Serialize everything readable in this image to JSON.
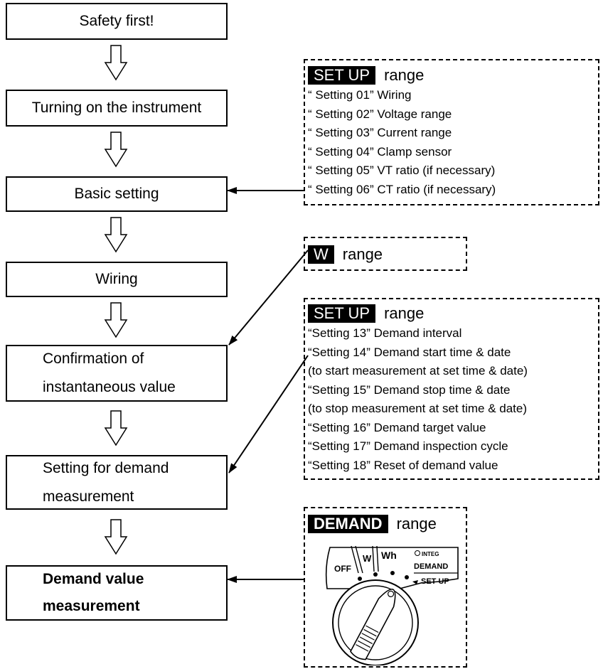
{
  "steps": [
    {
      "label": "Safety first!"
    },
    {
      "label": "Turning on the instrument"
    },
    {
      "label": "Basic setting"
    },
    {
      "label": "Wiring"
    },
    {
      "line1": "Confirmation of",
      "line2": "instantaneous value"
    },
    {
      "line1": "Setting for demand",
      "line2": "measurement"
    },
    {
      "line1": "Demand value",
      "line2": "measurement"
    }
  ],
  "notes": {
    "setup1": {
      "tag": "SET UP",
      "range": "range",
      "lines": [
        "“ Setting 01” Wiring",
        "“ Setting 02” Voltage range",
        "“ Setting 03” Current range",
        "“ Setting 04” Clamp sensor",
        "“ Setting 05” VT ratio (if necessary)",
        "“ Setting 06” CT ratio (if necessary)"
      ]
    },
    "w": {
      "tag": "W",
      "range": "range"
    },
    "setup2": {
      "tag": "SET UP",
      "range": "range",
      "lines": [
        "“Setting 13” Demand interval",
        "“Setting 14” Demand start time & date",
        "(to start measurement at set time & date)",
        "“Setting 15” Demand stop time & date",
        "(to stop measurement at set time & date)",
        "“Setting 16” Demand target value",
        "“Setting 17” Demand inspection cycle",
        "“Setting 18” Reset of demand value"
      ]
    },
    "demand": {
      "tag": "DEMAND",
      "range": "range",
      "dial": {
        "off": "OFF",
        "w": "W",
        "wh": "Wh",
        "integ": "INTEG",
        "demand": "DEMAND",
        "setup": "SET UP"
      }
    }
  }
}
